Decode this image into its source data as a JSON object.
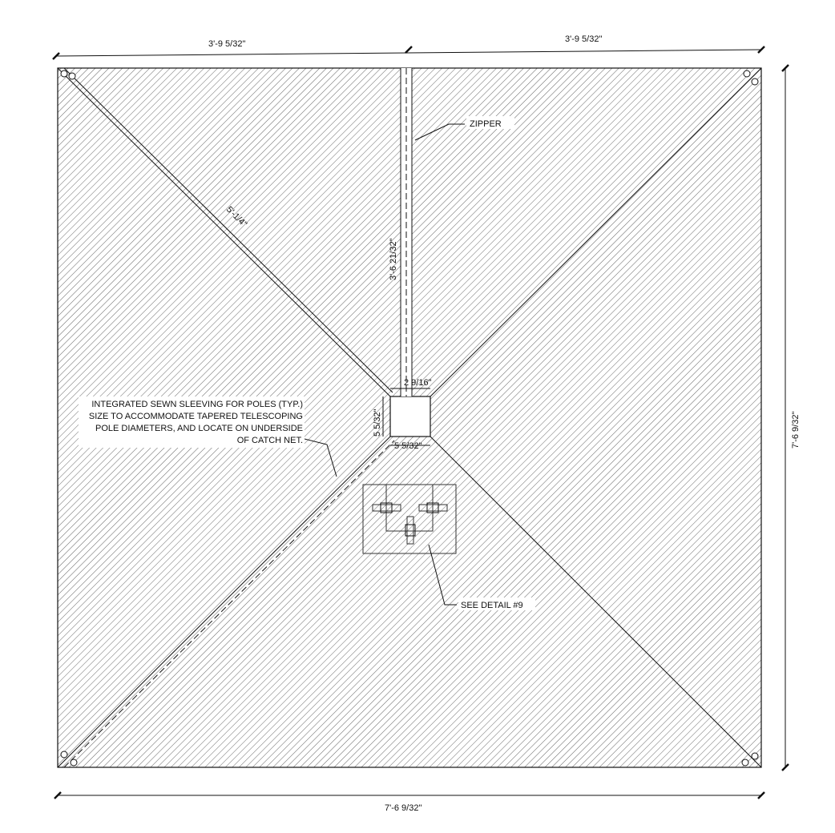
{
  "drawing": {
    "dimensions": {
      "top_left_width": "3'-9 5/32\"",
      "top_right_width": "3'-9 5/32\"",
      "overall_width": "7'-6 9/32\"",
      "overall_height": "7'-6 9/32\"",
      "diagonal_sleeve": "5'-1/4\"",
      "zipper_length": "3'-6 21/32\"",
      "opening_top": "2 9/16\"",
      "opening_side": "5 5/32\"",
      "opening_bottom": "5 5/32\""
    },
    "notes": {
      "zipper": "ZIPPER",
      "sleeving_lines": [
        "INTEGRATED SEWN SLEEVING FOR POLES (TYP.)",
        "SIZE TO ACCOMMODATE TAPERED TELESCOPING",
        "POLE DIAMETERS, AND LOCATE ON UNDERSIDE",
        "OF CATCH NET."
      ],
      "detail_ref": "SEE DETAIL #9"
    },
    "colors": {
      "line": "#111111",
      "hatch": "#555555"
    }
  }
}
